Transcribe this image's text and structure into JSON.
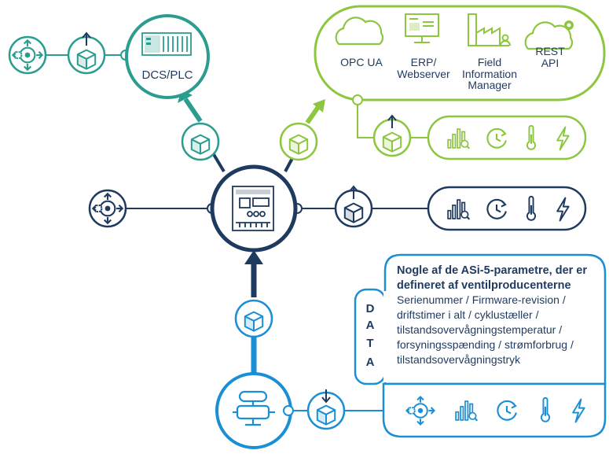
{
  "dcs_plc_label": "DCS/PLC",
  "cloud_targets": [
    {
      "label": "OPC UA"
    },
    {
      "label": "ERP/\nWebserver"
    },
    {
      "label": "Field\nInformation\nManager"
    },
    {
      "label": "REST\nAPI"
    }
  ],
  "data_panel": {
    "side_label": [
      "D",
      "A",
      "T",
      "A"
    ],
    "title": "Nogle af de ASi-5-parametre, der er defineret af ventilproducenterne",
    "items": [
      "Serienummer / Firmware-revision /",
      "driftstimer i alt / cyklustæller /",
      "tilstandsovervågningstemperatur /",
      "forsyningsspænding / strømforbrug /",
      "tilstandsovervågningstryk"
    ]
  },
  "icons": {
    "config": "gear-cluster-icon",
    "package": "box-package-icon",
    "analytics": "bar-chart-magnifier-icon",
    "time": "clock-cycle-icon",
    "temperature": "thermometer-icon",
    "power": "lightning-icon",
    "cloud": "cloud-icon",
    "controller": "asi-controller-icon",
    "valve": "valve-actuator-icon"
  },
  "colors": {
    "navy": "#1f3a5f",
    "teal": "#2a9d8f",
    "green": "#8dc63f",
    "blue": "#1a8fd6"
  }
}
